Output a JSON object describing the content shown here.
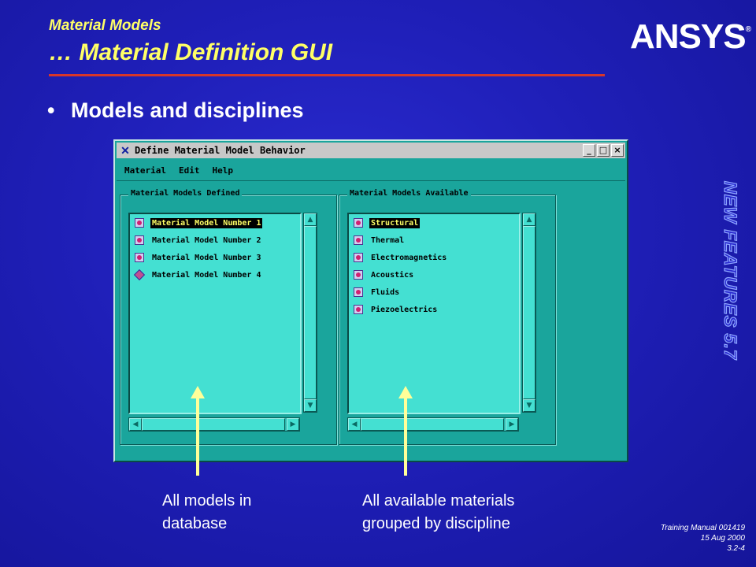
{
  "slide": {
    "subtitle": "Material Models",
    "title": "… Material Definition GUI",
    "bullet": "Models and disciplines",
    "logo_main": "ANSYS",
    "logo_reg": "®",
    "side_label": "NEW FEATURES 5.7",
    "footer": [
      "Training Manual 001419",
      "15 Aug 2000",
      "3.2-4"
    ]
  },
  "window": {
    "title": "Define Material Model Behavior",
    "controls": [
      "_",
      "□",
      "×"
    ],
    "menu": [
      "Material",
      "Edit",
      "Help"
    ]
  },
  "defined": {
    "label": "Material Models Defined",
    "items": [
      {
        "text": "Material Model Number 1",
        "selected": true,
        "icon": "folder-icon"
      },
      {
        "text": "Material Model Number 2",
        "selected": false,
        "icon": "folder-icon"
      },
      {
        "text": "Material Model Number 3",
        "selected": false,
        "icon": "folder-icon"
      },
      {
        "text": "Material Model Number 4",
        "selected": false,
        "icon": "diamond-icon"
      }
    ]
  },
  "available": {
    "label": "Material Models Available",
    "items": [
      {
        "text": "Structural",
        "selected": true,
        "icon": "folder-icon"
      },
      {
        "text": "Thermal",
        "selected": false,
        "icon": "folder-icon"
      },
      {
        "text": "Electromagnetics",
        "selected": false,
        "icon": "folder-icon"
      },
      {
        "text": "Acoustics",
        "selected": false,
        "icon": "folder-icon"
      },
      {
        "text": "Fluids",
        "selected": false,
        "icon": "folder-icon"
      },
      {
        "text": "Piezoelectrics",
        "selected": false,
        "icon": "folder-icon"
      }
    ]
  },
  "captions": {
    "left": [
      "All models in",
      "database"
    ],
    "right": [
      "All available materials",
      "grouped by discipline"
    ]
  },
  "colors": {
    "background": "#1f1fb8",
    "title": "#ffff66",
    "rule": "#d8362a",
    "window": "#1aa59c",
    "list": "#44e0d2",
    "arrow": "#ffff99"
  }
}
